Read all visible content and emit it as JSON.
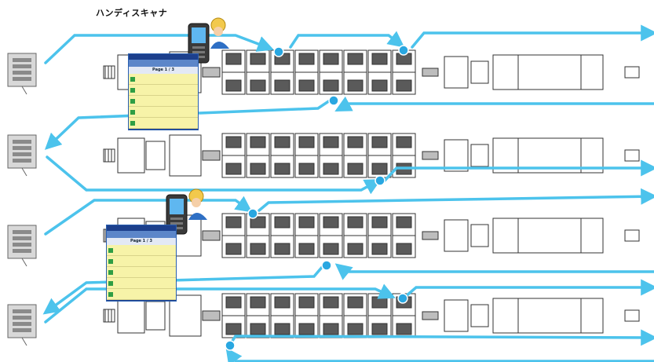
{
  "diagram": {
    "caption": "ハンディスキャナ",
    "rows": 4,
    "modules_per_row": 8,
    "colors": {
      "link": "#4cc3ec",
      "node": "#29a7e1",
      "outline": "#333333",
      "panel_bg": "#f7f3a8",
      "panel_header": "#1c3f8c"
    }
  },
  "scanner_screens": [
    {
      "page_label": "Page   1 / 3",
      "rows": 5
    },
    {
      "page_label": "Page   1 / 3",
      "rows": 5
    }
  ]
}
